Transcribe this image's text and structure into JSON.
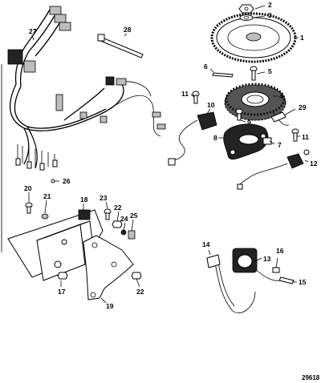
{
  "figure_id": "29618",
  "callouts": [
    {
      "id": "c1",
      "label": "1"
    },
    {
      "id": "c2",
      "label": "2"
    },
    {
      "id": "c3",
      "label": "3"
    },
    {
      "id": "c4",
      "label": "4"
    },
    {
      "id": "c5",
      "label": "5"
    },
    {
      "id": "c6",
      "label": "6"
    },
    {
      "id": "c7",
      "label": "7"
    },
    {
      "id": "c8",
      "label": "8"
    },
    {
      "id": "c9",
      "label": "9"
    },
    {
      "id": "c10",
      "label": "10"
    },
    {
      "id": "c11a",
      "label": "11"
    },
    {
      "id": "c11b",
      "label": "11"
    },
    {
      "id": "c12",
      "label": "12"
    },
    {
      "id": "c13",
      "label": "13"
    },
    {
      "id": "c14",
      "label": "14"
    },
    {
      "id": "c15",
      "label": "15"
    },
    {
      "id": "c16",
      "label": "16"
    },
    {
      "id": "c17",
      "label": "17"
    },
    {
      "id": "c18",
      "label": "18"
    },
    {
      "id": "c19",
      "label": "19"
    },
    {
      "id": "c20",
      "label": "20"
    },
    {
      "id": "c21",
      "label": "21"
    },
    {
      "id": "c22a",
      "label": "22"
    },
    {
      "id": "c22b",
      "label": "22"
    },
    {
      "id": "c23",
      "label": "23"
    },
    {
      "id": "c24",
      "label": "24"
    },
    {
      "id": "c25",
      "label": "25"
    },
    {
      "id": "c26",
      "label": "26"
    },
    {
      "id": "c27",
      "label": "27"
    },
    {
      "id": "c28",
      "label": "28"
    },
    {
      "id": "c29",
      "label": "29"
    }
  ]
}
